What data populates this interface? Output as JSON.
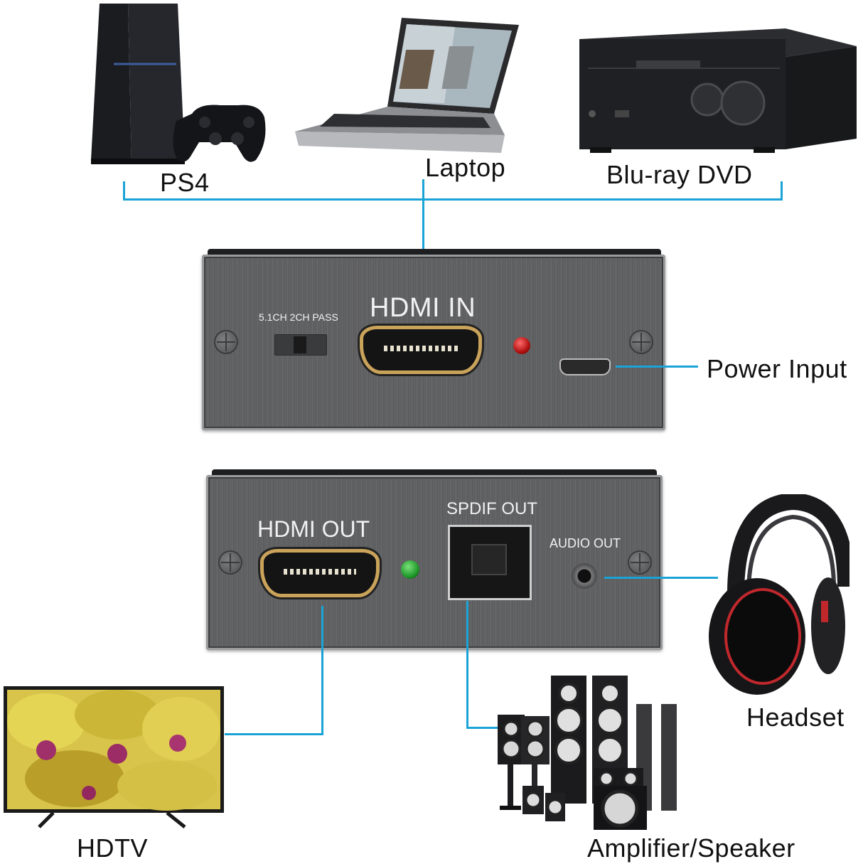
{
  "sources": {
    "ps4": "PS4",
    "laptop": "Laptop",
    "bluray": "Blu-ray DVD"
  },
  "input_panel": {
    "switch_label": "5.1CH 2CH PASS",
    "hdmi_in": "HDMI IN",
    "power_input": "Power Input"
  },
  "output_panel": {
    "hdmi_out": "HDMI OUT",
    "spdif_out": "SPDIF OUT",
    "audio_out": "AUDIO OUT"
  },
  "outputs": {
    "hdtv": "HDTV",
    "amplifier": "Amplifier/Speaker",
    "headset": "Headset"
  },
  "colors": {
    "wire": "#1aa3d6",
    "led_in": "#d01818",
    "led_out": "#1f9a2a"
  }
}
